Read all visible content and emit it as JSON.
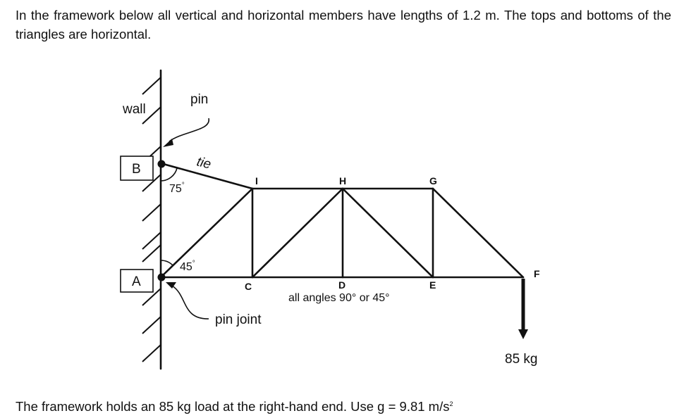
{
  "problem": {
    "intro": "In the framework below all vertical and horizontal members have lengths of 1.2 m. The tops and bottoms of the triangles are horizontal.",
    "footer_main": "The framework holds an 85 kg load at the right-hand end. Use g = 9.81 m/s",
    "footer_sup": "2"
  },
  "diagram": {
    "wall_label": "wall",
    "pin_label": "pin",
    "tie_label": "tie",
    "pin_joint_label": "pin joint",
    "angle_b": "75",
    "angle_a": "45",
    "degree_mark": "°",
    "angles_note": "all angles 90° or 45°",
    "load_label": "85 kg",
    "nodes": {
      "A": "A",
      "B": "B",
      "C": "C",
      "D": "D",
      "E": "E",
      "F": "F",
      "G": "G",
      "H": "H",
      "I": "I"
    }
  }
}
